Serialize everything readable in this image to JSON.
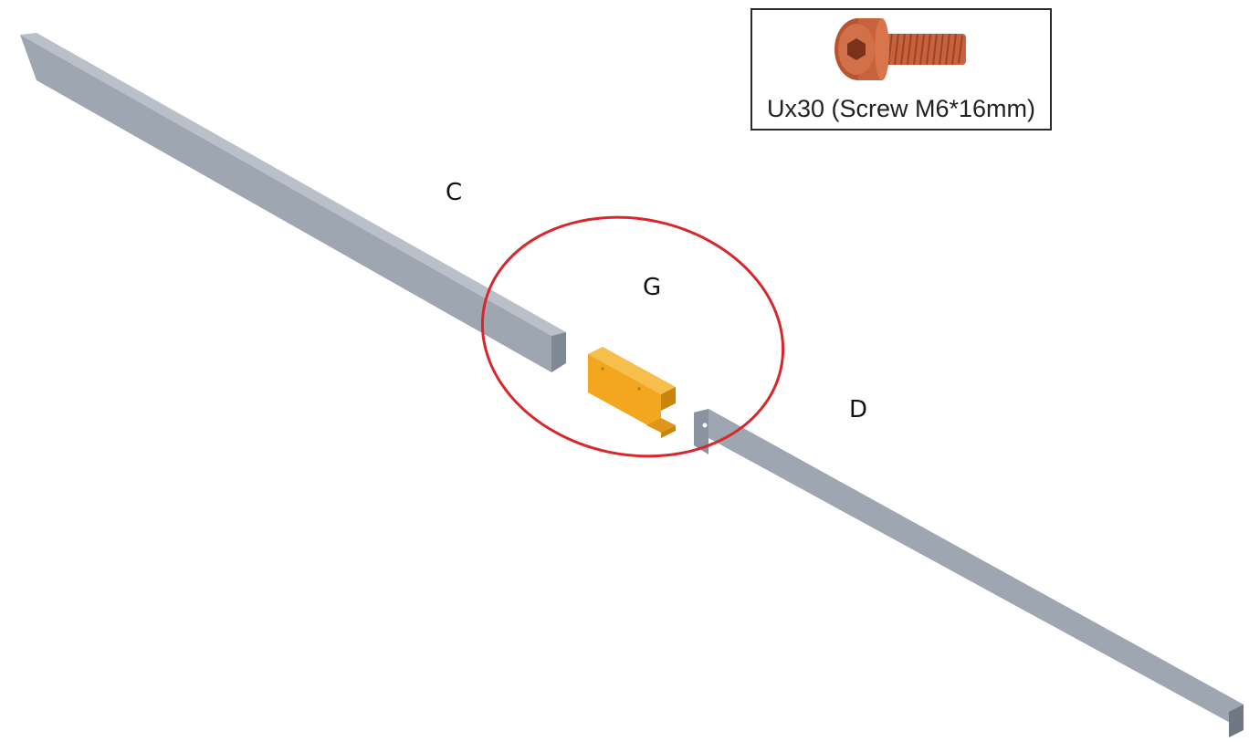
{
  "labels": {
    "part_c": "C",
    "part_g": "G",
    "part_d": "D"
  },
  "hardware": {
    "caption": "Ux30 (Screw M6*16mm)",
    "icon": "socket-head-screw-icon"
  },
  "colors": {
    "rail": "#9ea6b2",
    "rail_dark": "#7f8895",
    "rail_light": "#b9c0ca",
    "connector": "#f2a71e",
    "connector_dark": "#c9840c",
    "highlight_circle": "#d8262b",
    "screw": "#c8623c"
  }
}
